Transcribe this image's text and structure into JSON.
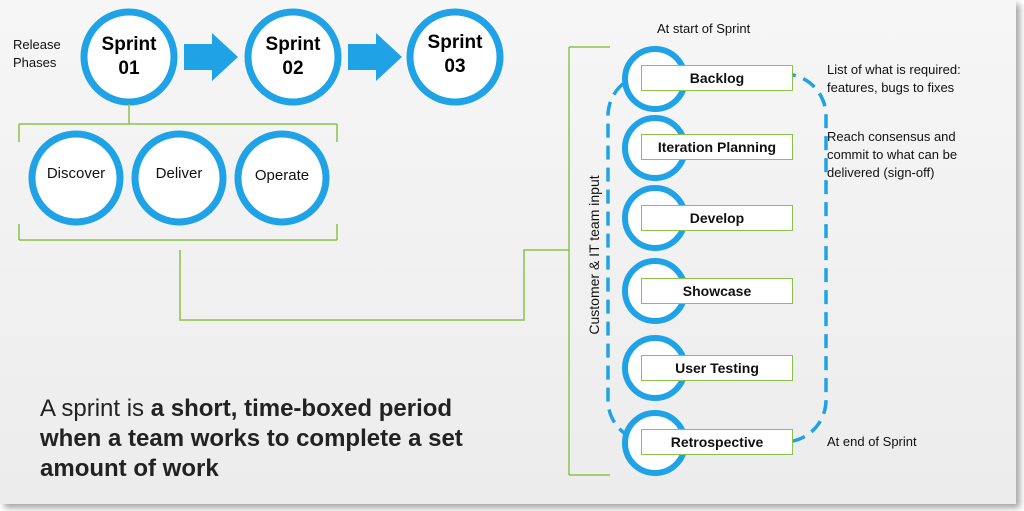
{
  "release_phases_label": [
    "Release",
    "Phases"
  ],
  "sprints": [
    {
      "line1": "Sprint",
      "line2": "01"
    },
    {
      "line1": "Sprint",
      "line2": "02"
    },
    {
      "line1": "Sprint",
      "line2": "03"
    }
  ],
  "phases": [
    "Discover",
    "Deliver",
    "Operate"
  ],
  "cycle": {
    "start_label": "At start of Sprint",
    "end_label": "At end of Sprint",
    "side_label": "Customer & IT team  input",
    "steps": [
      "Backlog",
      "Iteration Planning",
      "Develop",
      "Showcase",
      "User Testing",
      "Retrospective"
    ],
    "notes": {
      "backlog": [
        "List of what is required:",
        "features, bugs to fixes"
      ],
      "planning": [
        "Reach consensus and",
        "commit to what can be",
        "delivered (sign-off)"
      ]
    }
  },
  "summary": {
    "plain": "A sprint is ",
    "bold": "a short, time-boxed period when a team works to complete a set amount of work"
  },
  "colors": {
    "accent_blue": "#1fa3e6",
    "line_green": "#8bc34a"
  }
}
